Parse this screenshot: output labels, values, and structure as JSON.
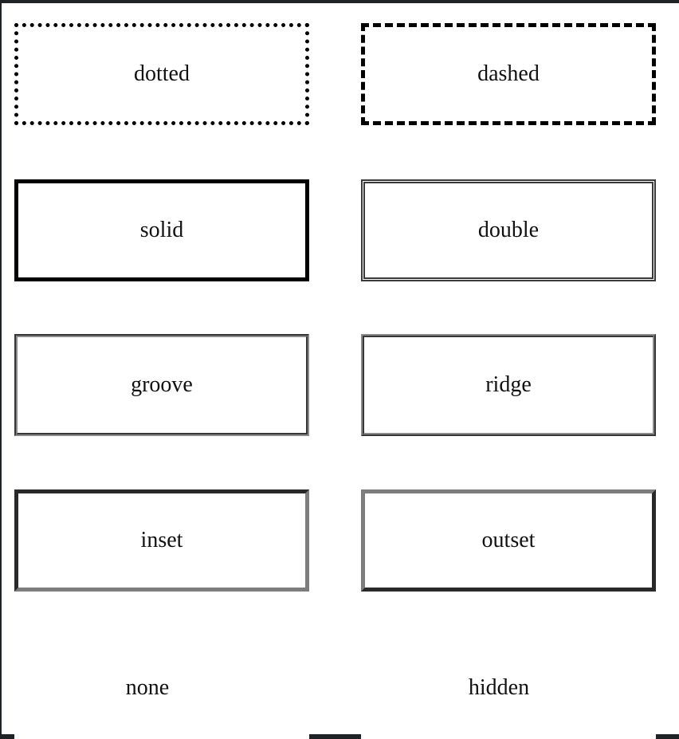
{
  "boxes": [
    {
      "style": "dotted",
      "label": "dotted"
    },
    {
      "style": "dashed",
      "label": "dashed"
    },
    {
      "style": "solid",
      "label": "solid"
    },
    {
      "style": "double",
      "label": "double"
    },
    {
      "style": "groove",
      "label": "groove"
    },
    {
      "style": "ridge",
      "label": "ridge"
    },
    {
      "style": "inset",
      "label": "inset"
    },
    {
      "style": "outset",
      "label": "outset"
    },
    {
      "style": "none",
      "label": "none"
    },
    {
      "style": "hidden",
      "label": "hidden"
    }
  ],
  "colors": {
    "frame": "#202326",
    "background": "#ffffff",
    "border_dark": "#000000",
    "border_gray_dark": "#4f4f4f",
    "border_gray_light": "#b0b0b0"
  }
}
